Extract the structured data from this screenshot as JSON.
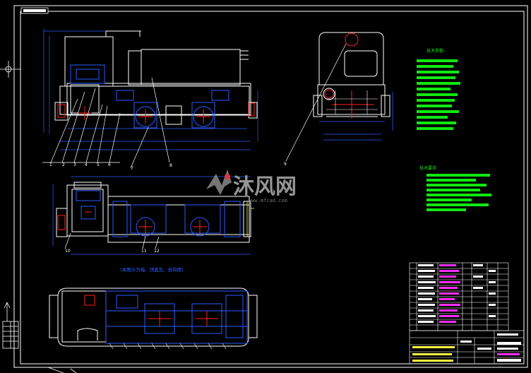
{
  "colors": {
    "background": "#000000",
    "outline": "#ffffff",
    "blue": "#2a5cff",
    "red": "#ff2020",
    "green": "#10e810",
    "cyan": "#00ffff",
    "magenta": "#ff30ff",
    "yellow": "#ffff40",
    "watermark": "#8a8a8a"
  },
  "watermark": {
    "logo_icon": "mfcad-wings-icon",
    "text": "沐风网",
    "url": "www.mfcad.com"
  },
  "callouts": [
    "1",
    "2",
    "3",
    "4",
    "5",
    "6",
    "7",
    "8",
    "9",
    "10",
    "11",
    "12"
  ],
  "caption": "(本图示为箱、顶盖及、挂钩图)",
  "notes": {
    "heading_1": "技术参数:",
    "heading_2": "技术要求:"
  },
  "icons": [
    "ucs-axis-icon",
    "crosshair-icon",
    "mfcad-wings-icon"
  ]
}
